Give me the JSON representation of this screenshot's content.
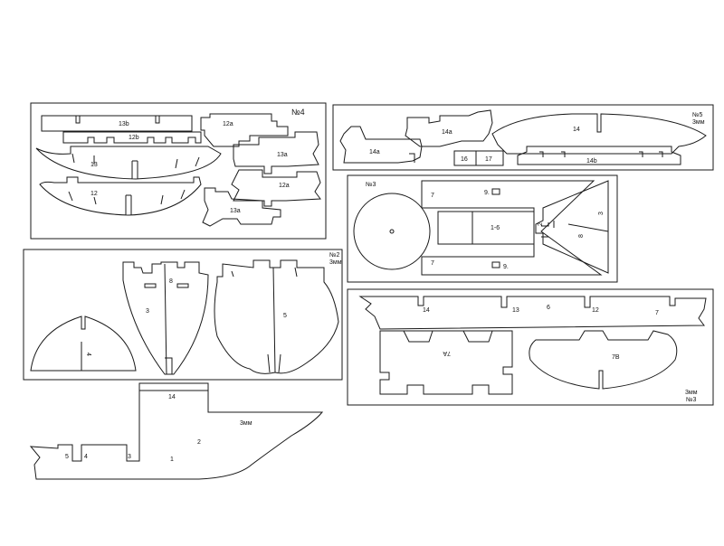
{
  "sheets": {
    "sheet4": {
      "number": "№4"
    },
    "sheet5": {
      "number": "№5",
      "thickness": "3мм"
    },
    "sheet3a": {
      "number": "№3"
    },
    "sheet2": {
      "number": "№2",
      "thickness": "3мм"
    },
    "sheet3b": {
      "number": "№3",
      "thickness": "3мм"
    }
  },
  "parts": {
    "p13b": "13b",
    "p12b": "12b",
    "p13": "13",
    "p12": "12",
    "p12a_top": "12a",
    "p13a_right": "13a",
    "p12a_mid": "12a",
    "p13a_low": "13a",
    "p14a_left": "14a",
    "p14a_right": "14a",
    "p14": "14",
    "p14b": "14b",
    "p16": "16",
    "p17": "17",
    "p7_top": "7",
    "p9_top": "9.",
    "p1_6": "1-6",
    "p2": "2",
    "p3_right": "3",
    "p8_right": "8",
    "p7_bottom": "7",
    "p9_bottom": "9.",
    "p8_frame": "8",
    "p3_frame": "3",
    "p4_arch": "4",
    "p5_frame": "5",
    "k14": "14",
    "k13": "13",
    "k6": "6",
    "k12": "12",
    "k7": "7",
    "p7a": "7A",
    "p7b": "7B",
    "h14": "14",
    "h2": "2",
    "h3mm": "3мм",
    "h5": "5",
    "h4": "4",
    "h3": "3",
    "h1": "1"
  }
}
